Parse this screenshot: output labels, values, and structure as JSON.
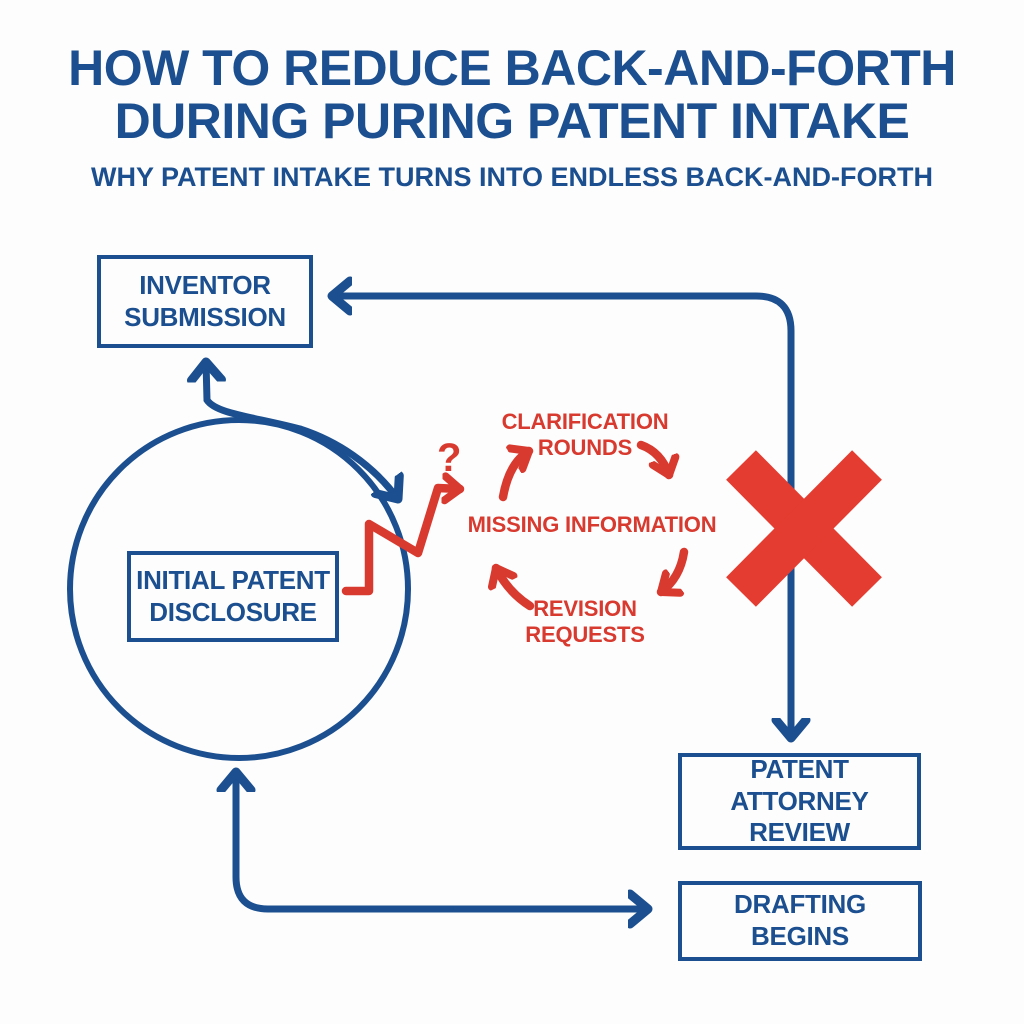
{
  "title": {
    "line1": "HOW TO REDUCE BACK-AND-FORTH",
    "line2": "DURING PURING PATENT INTAKE"
  },
  "subtitle": "WHY PATENT INTAKE TURNS INTO ENDLESS BACK-AND-FORTH",
  "flow_nodes": {
    "inventor_submission": {
      "label": "INVENTOR\nSUBMISSION"
    },
    "initial_patent_disclosure": {
      "label": "INITIAL PATENT\nDISCLOSURE"
    },
    "patent_attorney_review": {
      "label": "PATENT ATTORNEY\nREVIEW"
    },
    "drafting_begins": {
      "label": "DRAFTING BEGINS"
    }
  },
  "problem_cycle": {
    "question_mark": "?",
    "steps": {
      "clarification_rounds": "CLARIFICATION\nROUNDS",
      "missing_information": "MISSING INFORMATION",
      "revision_requests": "REVISION\nREQUESTS"
    }
  },
  "icons": {
    "rejection": "x-icon",
    "confusion": "question-mark-icon",
    "loop": "circle-loop-icon",
    "broken_path": "zigzag-arrow-icon"
  },
  "colors": {
    "blue": "#1b4f8f",
    "red": "#d83a2f",
    "xred": "#e43c30",
    "background": "#fdfdfd"
  }
}
